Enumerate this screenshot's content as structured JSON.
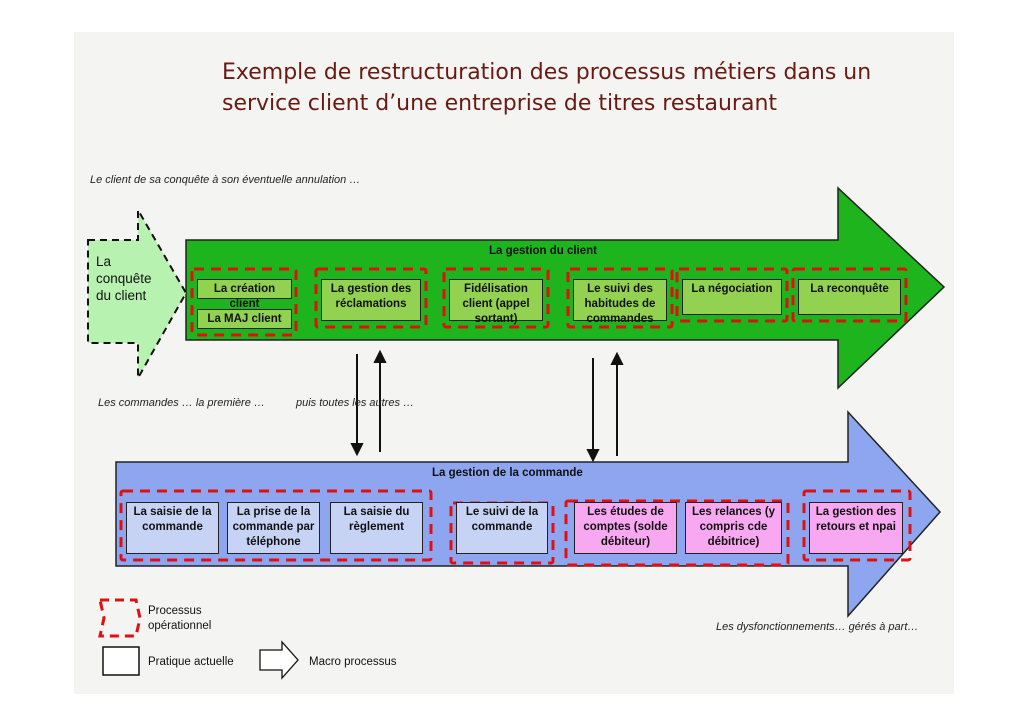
{
  "title": {
    "line1": "Exemple de restructuration des processus métiers dans un",
    "line2": "service client d’une entreprise de titres restaurant"
  },
  "subtitle": "Le client de sa conquête à son éventuelle annulation …",
  "conquest": {
    "line1": "La",
    "line2": "conquête",
    "line3": "du client"
  },
  "client_arrow": {
    "label": "La gestion du client",
    "color": "#1db41d",
    "processes": [
      {
        "label": "La création client"
      },
      {
        "label": "La MAJ client"
      },
      {
        "label": "La gestion des réclamations"
      },
      {
        "label": "Fidélisation client (appel sortant)"
      },
      {
        "label": "Le suivi des habitudes de commandes"
      },
      {
        "label": "La négociation"
      },
      {
        "label": "La reconquête"
      }
    ]
  },
  "orders_note": {
    "first": "Les commandes … la première …",
    "others": "puis toutes les autres …"
  },
  "order_arrow": {
    "label": "La gestion de la commande",
    "color": "#8ea6f0",
    "processes": [
      {
        "label": "La saisie de la commande"
      },
      {
        "label": "La prise de la commande par téléphone"
      },
      {
        "label": "La saisie du règlement"
      },
      {
        "label": "Le suivi de la commande"
      },
      {
        "label": "Les études de comptes (solde débiteur)"
      },
      {
        "label": "Les relances (y compris cde débitrice)"
      },
      {
        "label": "La gestion des retours et npai"
      }
    ]
  },
  "dysfunction_note": "Les dysfonctionnements… gérés à part…",
  "legend": {
    "operational": "Processus opérationnel",
    "current": "Pratique actuelle",
    "macro": "Macro processus"
  },
  "colors": {
    "title": "#6b1a12",
    "dashed": "#e01010",
    "green_box": "#93d150",
    "blue_box": "#c7d3f5",
    "pink_box": "#f7a8f0"
  }
}
